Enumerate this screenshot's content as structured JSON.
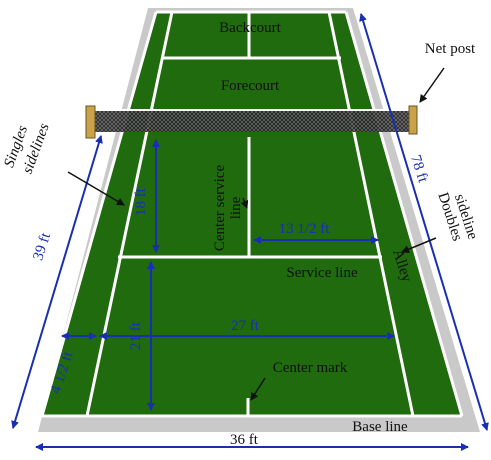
{
  "diagram": {
    "colors": {
      "court_green": "#1f6b0e",
      "court_green_dark": "#174f0a",
      "surround": "#c9c9c9",
      "line": "#ffffff",
      "dimension_blue": "#1a2fb0",
      "text": "#111111",
      "net": "#1b1b1b",
      "post": "#c9a24a"
    },
    "zone_labels": {
      "backcourt": "Backcourt",
      "forecourt": "Forecourt",
      "service_line": "Service line",
      "alley": "Alley",
      "base_line": "Base line",
      "center_mark": "Center mark",
      "center_service_line": "Center service",
      "center_service_line_2": "line"
    },
    "callouts": {
      "net_post": "Net post",
      "singles_sidelines_1": "Singles",
      "singles_sidelines_2": "sidelines",
      "doubles_sideline_1": "Doubles",
      "doubles_sideline_2": "sideline"
    },
    "dimensions": {
      "half_length": "39 ft",
      "full_length": "78 ft",
      "service_depth": "18 ft",
      "half_service_width": "13 1/2 ft",
      "singles_width": "27 ft",
      "back_depth": "21 ft",
      "alley_width": "4 1/2 ft",
      "doubles_width": "36 ft"
    }
  }
}
